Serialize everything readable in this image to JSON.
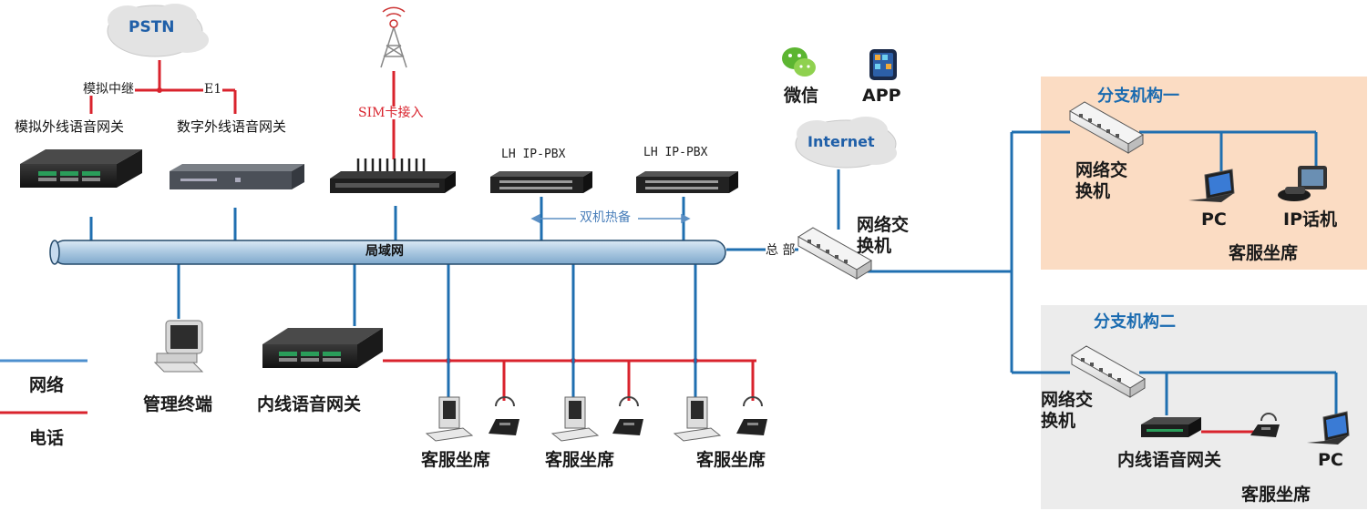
{
  "clouds": {
    "pstn": "PSTN",
    "internet": "Internet"
  },
  "trunks": {
    "analog": "模拟中继",
    "e1": "E1",
    "sim": "SIM卡接入"
  },
  "gateways": {
    "analog_outline": "模拟外线语音网关",
    "digital_outline": "数字外线语音网关",
    "inline": "内线语音网关"
  },
  "pbx": {
    "a": "LH IP-PBX",
    "b": "LH IP-PBX",
    "hot_standby": "双机热备"
  },
  "lan": {
    "label": "局域网",
    "hq": "总 部"
  },
  "hq_switch": "网络交\n换机",
  "social": {
    "wechat": "微信",
    "app": "APP"
  },
  "terminals": {
    "admin": "管理终端",
    "agent1": "客服坐席",
    "agent2": "客服坐席",
    "agent3": "客服坐席"
  },
  "branch1": {
    "title": "分支机构一",
    "switch": "网络交\n换机",
    "pc": "PC",
    "ip_phone": "IP话机",
    "agent": "客服坐席"
  },
  "branch2": {
    "title": "分支机构二",
    "switch": "网络交\n换机",
    "gateway": "内线语音网关",
    "pc": "PC",
    "agent": "客服坐席"
  },
  "legend": {
    "network": "网络",
    "phone": "电话"
  },
  "colors": {
    "network_line": "#1f6fb0",
    "phone_line": "#d9232d",
    "lan_bar": "#b9d3e8",
    "branch1_bg": "#fbdcc3",
    "branch2_bg": "#ececec"
  }
}
